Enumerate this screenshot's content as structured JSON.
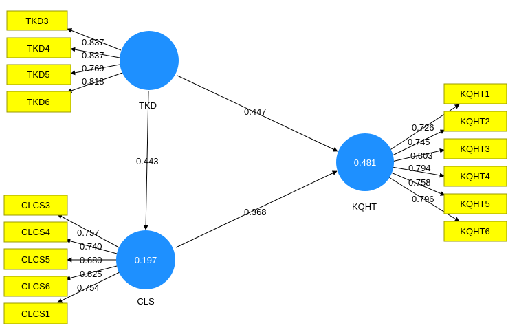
{
  "constructs": {
    "tkd": {
      "name": "TKD",
      "r2": ""
    },
    "cls": {
      "name": "CLS",
      "r2": "0.197"
    },
    "kqht": {
      "name": "KQHT",
      "r2": "0.481"
    }
  },
  "indicators": {
    "tkd": [
      {
        "name": "TKD3",
        "loading": "0.837"
      },
      {
        "name": "TKD4",
        "loading": "0.837"
      },
      {
        "name": "TKD5",
        "loading": "0.769"
      },
      {
        "name": "TKD6",
        "loading": "0.818"
      }
    ],
    "cls": [
      {
        "name": "CLCS3",
        "loading": "0.757"
      },
      {
        "name": "CLCS4",
        "loading": "0.740"
      },
      {
        "name": "CLCS5",
        "loading": "0.680"
      },
      {
        "name": "CLCS6",
        "loading": "0.825"
      },
      {
        "name": "CLCS1",
        "loading": "0.754"
      }
    ],
    "kqht": [
      {
        "name": "KQHT1",
        "loading": "0.726"
      },
      {
        "name": "KQHT2",
        "loading": "0.745"
      },
      {
        "name": "KQHT3",
        "loading": "0.803"
      },
      {
        "name": "KQHT4",
        "loading": "0.794"
      },
      {
        "name": "KQHT5",
        "loading": "0.758"
      },
      {
        "name": "KQHT6",
        "loading": "0.796"
      }
    ]
  },
  "paths": {
    "tkd_kqht": "0.447",
    "tkd_cls": "0.443",
    "cls_kqht": "0.368"
  },
  "colors": {
    "construct": "#1e90ff",
    "indicator": "#ffff00"
  }
}
